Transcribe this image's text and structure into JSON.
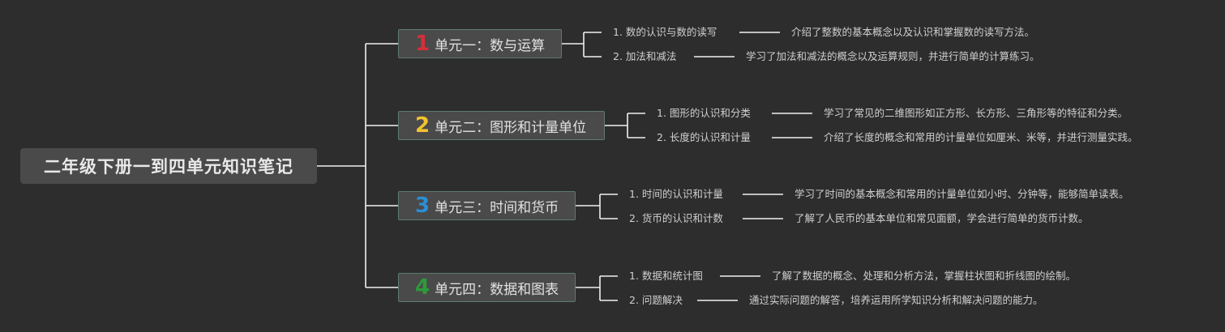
{
  "root": {
    "title": "二年级下册一到四单元知识笔记"
  },
  "units": [
    {
      "number": "1",
      "number_color": "#d42f3c",
      "title": "单元一：数与运算",
      "items": [
        {
          "label": "1. 数的认识与数的读写",
          "desc": "介绍了整数的基本概念以及认识和掌握数的读写方法。"
        },
        {
          "label": "2. 加法和减法",
          "desc": "学习了加法和减法的概念以及运算规则，并进行简单的计算练习。"
        }
      ]
    },
    {
      "number": "2",
      "number_color": "#f2c230",
      "title": "单元二：图形和计量单位",
      "items": [
        {
          "label": "1. 图形的认识和分类",
          "desc": "学习了常见的二维图形如正方形、长方形、三角形等的特征和分类。"
        },
        {
          "label": "2. 长度的认识和计量",
          "desc": "介绍了长度的概念和常用的计量单位如厘米、米等，并进行测量实践。"
        }
      ]
    },
    {
      "number": "3",
      "number_color": "#2a8fd6",
      "title": "单元三：时间和货币",
      "items": [
        {
          "label": "1. 时间的认识和计量",
          "desc": "学习了时间的基本概念和常用的计量单位如小时、分钟等，能够简单读表。"
        },
        {
          "label": "2. 货币的认识和计数",
          "desc": "了解了人民币的基本单位和常见面额，学会进行简单的货币计数。"
        }
      ]
    },
    {
      "number": "4",
      "number_color": "#2e9a3a",
      "title": "单元四：数据和图表",
      "items": [
        {
          "label": "1. 数据和统计图",
          "desc": "了解了数据的概念、处理和分析方法，掌握柱状图和折线图的绘制。"
        },
        {
          "label": "2. 问题解决",
          "desc": "通过实际问题的解答，培养运用所学知识分析和解决问题的能力。"
        }
      ]
    }
  ]
}
